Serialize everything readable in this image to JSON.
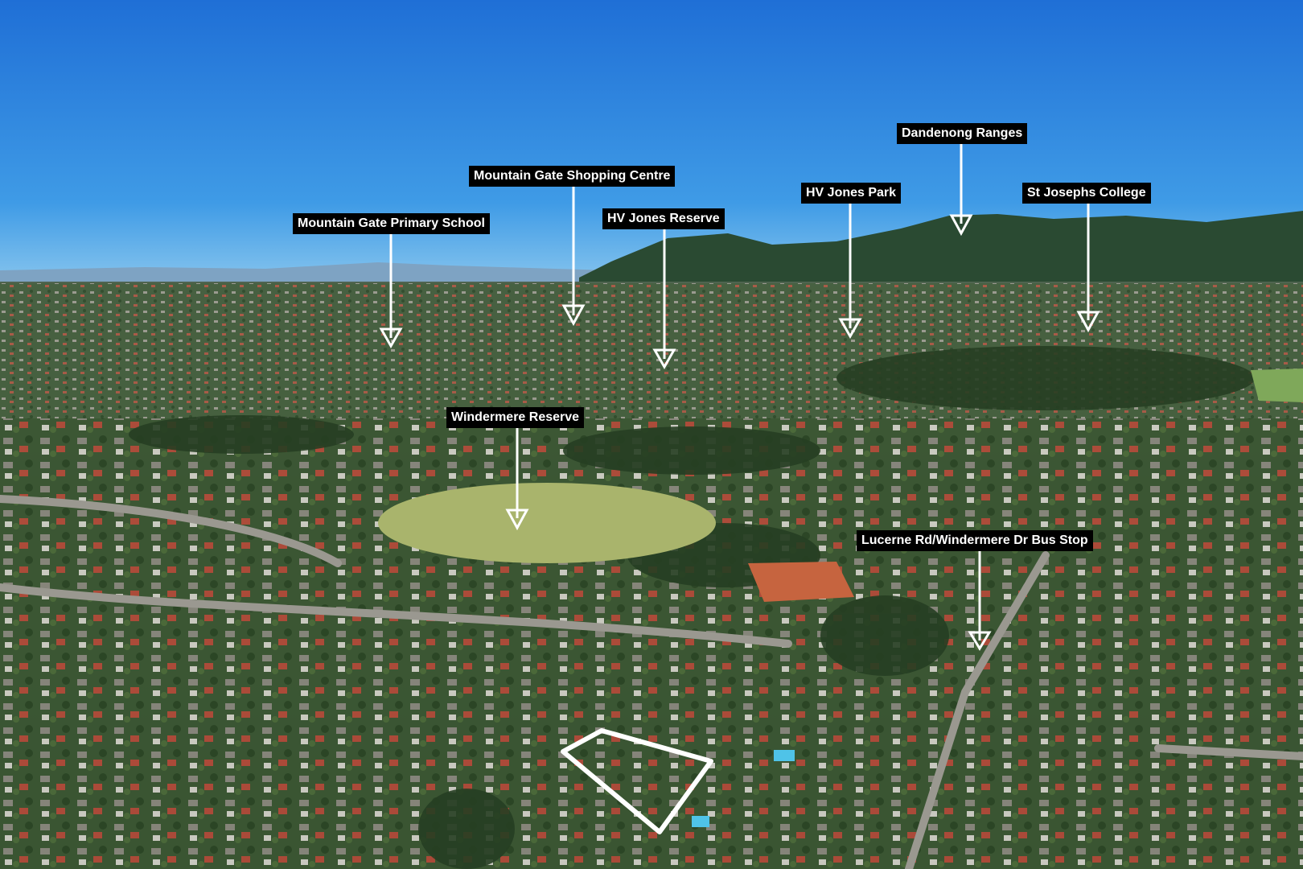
{
  "landmarks": {
    "mountain_gate_primary_school": "Mountain Gate Primary School",
    "mountain_gate_shopping_centre": "Mountain Gate Shopping Centre",
    "hv_jones_reserve": "HV Jones Reserve",
    "hv_jones_park": "HV Jones Park",
    "dandenong_ranges": "Dandenong Ranges",
    "st_josephs_college": "St Josephs College",
    "windermere_reserve": "Windermere Reserve",
    "bus_stop": "Lucerne Rd/Windermere Dr Bus Stop"
  },
  "colors": {
    "label_background": "#000000",
    "label_text": "#ffffff",
    "arrow": "#ffffff",
    "property_outline": "#ffffff",
    "sky_top": "#1f6fd6",
    "sky_horizon": "#8cc8ee"
  },
  "icons": {
    "landmark_pointer": "arrow-down-icon",
    "property_marker": "property-outline"
  }
}
